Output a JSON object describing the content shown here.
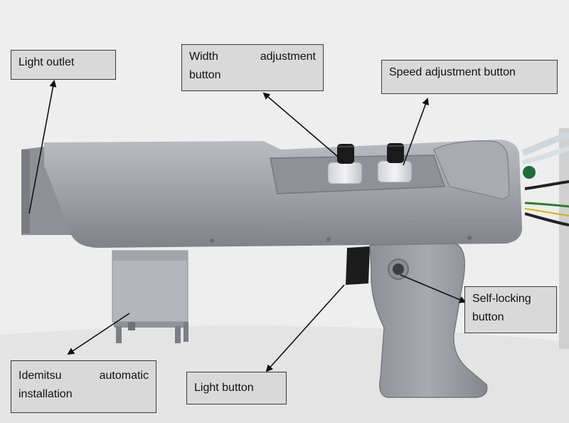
{
  "labels": {
    "light_outlet": "Light outlet",
    "width_adjustment_line1": "Width adjustment",
    "width_adjustment_line2": "button",
    "speed_adjustment": "Speed adjustment button",
    "self_locking_line1": "Self-locking",
    "self_locking_line2": "button",
    "idemitsu_line1": "Idemitsu automatic",
    "idemitsu_line2": "installation",
    "light_button": "Light button"
  },
  "colors": {
    "callout_fill": "#d9d9d9",
    "callout_border": "#3a3a3a",
    "device_body": "#9a9da2",
    "arrow": "#111111"
  }
}
